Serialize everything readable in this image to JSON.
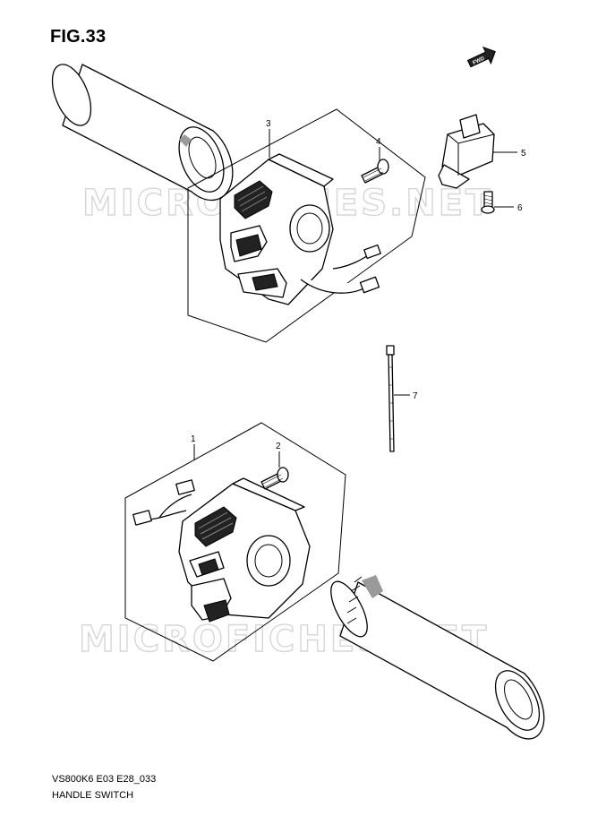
{
  "figure": {
    "title": "FIG.33"
  },
  "watermark": {
    "text": "MICROFICHES.NET"
  },
  "fwd_badge": {
    "text": "FWD"
  },
  "callouts": [
    "1",
    "2",
    "3",
    "4",
    "5",
    "6",
    "7"
  ],
  "footer": {
    "code": "VS800K6 E03 E28_033",
    "name": "HANDLE SWITCH"
  }
}
